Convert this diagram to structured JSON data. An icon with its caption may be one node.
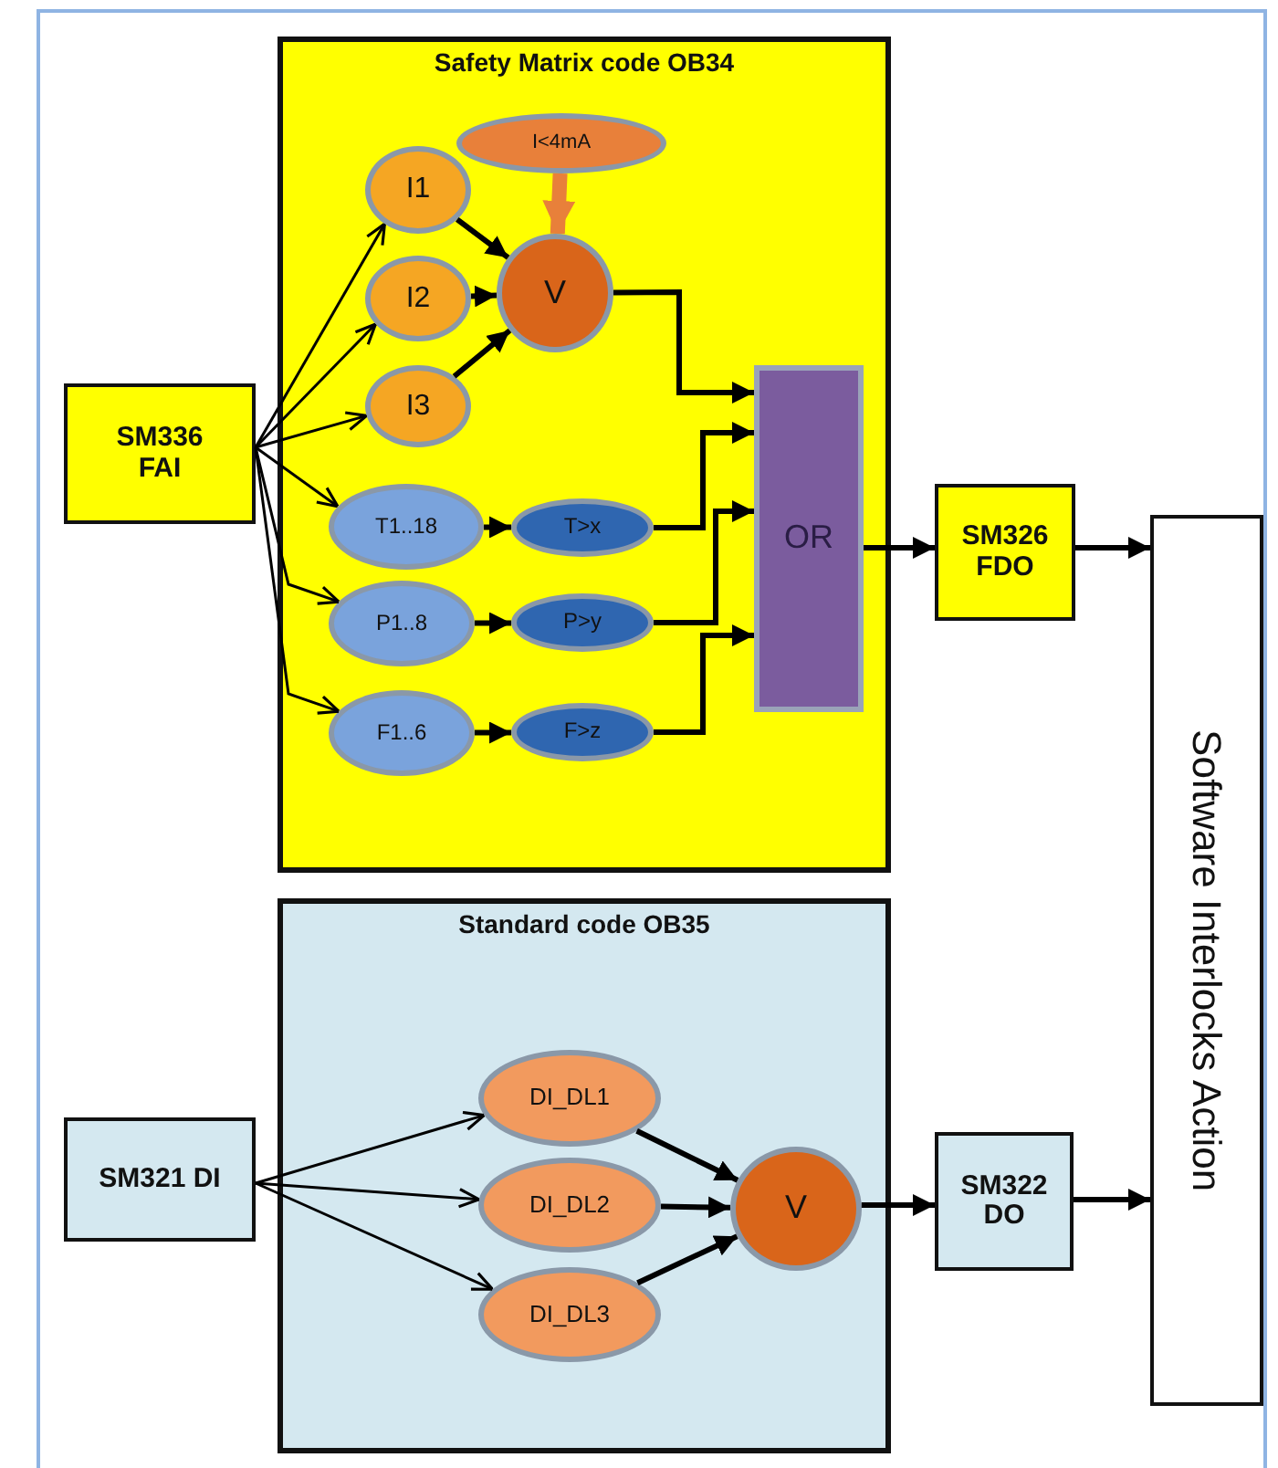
{
  "diagram": {
    "nodes": [
      {
        "text": [
          "Safety Matrix code OB34"
        ]
      },
      {
        "text": [
          "SM336 FAI"
        ]
      },
      {
        "text": [
          "I<4mA"
        ],
        "in": 0
      },
      {
        "text": [
          "I1"
        ],
        "in": 0
      },
      {
        "text": [
          "I2"
        ],
        "in": 0
      },
      {
        "text": [
          "I3"
        ],
        "in": 0
      },
      {
        "text": [
          "V"
        ],
        "in": 0
      },
      {
        "text": [
          "T1..18"
        ],
        "in": 0
      },
      {
        "text": [
          "T>x"
        ],
        "in": 0
      },
      {
        "text": [
          "P1..8"
        ],
        "in": 0
      },
      {
        "text": [
          "P>y"
        ],
        "in": 0
      },
      {
        "text": [
          "F1..6"
        ],
        "in": 0
      },
      {
        "text": [
          "F>z"
        ],
        "in": 0
      },
      {
        "text": [
          "OR"
        ],
        "in": 0
      },
      {
        "text": [
          "SM326 FDO"
        ]
      },
      {
        "text": [
          "Software Interlocks Action"
        ]
      },
      {
        "text": [
          "Standard code OB35"
        ]
      },
      {
        "text": [
          "SM321 DI"
        ]
      },
      {
        "text": [
          "DI_DL1"
        ],
        "in": 16
      },
      {
        "text": [
          "DI_DL2"
        ],
        "in": 16
      },
      {
        "text": [
          "DI_DL3"
        ],
        "in": 16
      },
      {
        "text": [
          "V"
        ],
        "in": 16
      },
      {
        "text": [
          "SM322 DO"
        ]
      }
    ],
    "edges": [
      {
        "from": 1,
        "to": 3,
        "arrow": "to"
      },
      {
        "from": 1,
        "to": 4,
        "arrow": "to"
      },
      {
        "from": 1,
        "to": 5,
        "arrow": "to"
      },
      {
        "from": 1,
        "to": 7,
        "arrow": "to"
      },
      {
        "from": 1,
        "to": 9,
        "arrow": "to"
      },
      {
        "from": 1,
        "to": 11,
        "arrow": "to"
      },
      {
        "from": 2,
        "to": 6,
        "arrow": "to",
        "style": "thick",
        "color": "#e8803a"
      },
      {
        "from": 3,
        "to": 6,
        "arrow": "to"
      },
      {
        "from": 4,
        "to": 6,
        "arrow": "to"
      },
      {
        "from": 5,
        "to": 6,
        "arrow": "to"
      },
      {
        "from": 7,
        "to": 8,
        "arrow": "to"
      },
      {
        "from": 9,
        "to": 10,
        "arrow": "to"
      },
      {
        "from": 11,
        "to": 12,
        "arrow": "to"
      },
      {
        "from": 6,
        "to": 13,
        "arrow": "to"
      },
      {
        "from": 8,
        "to": 13,
        "arrow": "to"
      },
      {
        "from": 10,
        "to": 13,
        "arrow": "to"
      },
      {
        "from": 12,
        "to": 13,
        "arrow": "to"
      },
      {
        "from": 13,
        "to": 14,
        "arrow": "to"
      },
      {
        "from": 14,
        "to": 15,
        "arrow": "to"
      },
      {
        "from": 17,
        "to": 18,
        "arrow": "to"
      },
      {
        "from": 17,
        "to": 19,
        "arrow": "to"
      },
      {
        "from": 17,
        "to": 20,
        "arrow": "to"
      },
      {
        "from": 18,
        "to": 21,
        "arrow": "to"
      },
      {
        "from": 19,
        "to": 21,
        "arrow": "to"
      },
      {
        "from": 20,
        "to": 21,
        "arrow": "to"
      },
      {
        "from": 21,
        "to": 22,
        "arrow": "to"
      },
      {
        "from": 22,
        "to": 15,
        "arrow": "to"
      }
    ]
  }
}
